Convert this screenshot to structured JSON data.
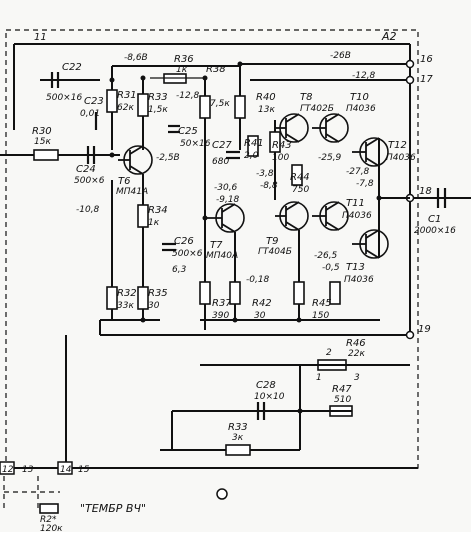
{
  "board": {
    "name": "A2"
  },
  "nodes": {
    "n11": "11",
    "n16": "16",
    "n17": "17",
    "n18": "18",
    "n19": "19",
    "n12": "12",
    "n13": "13",
    "n14": "14",
    "n15": "15"
  },
  "rails": {
    "minus": "-26В"
  },
  "capacitors": {
    "c22": {
      "ref": "C22",
      "val": "500×16"
    },
    "c23": {
      "ref": "C23",
      "val": "0,01"
    },
    "c24": {
      "ref": "C24",
      "val": "500×6"
    },
    "c25": {
      "ref": "C25",
      "val": "50×16"
    },
    "c26": {
      "ref": "C26",
      "val": "500×6"
    },
    "c27": {
      "ref": "C27",
      "val": "680"
    },
    "c28": {
      "ref": "C28",
      "val": "10×10"
    },
    "c1": {
      "ref": "C1",
      "val": "2000×16"
    }
  },
  "resistors": {
    "r30": {
      "ref": "R30",
      "val": "15к"
    },
    "r31": {
      "ref": "R31",
      "val": "62к"
    },
    "r32": {
      "ref": "R32",
      "val": "33к"
    },
    "r33a": {
      "ref": "R33",
      "val": "1,5к"
    },
    "r33b": {
      "ref": "R33",
      "val": "3к"
    },
    "r34": {
      "ref": "R34",
      "val": "1к"
    },
    "r35": {
      "ref": "R35",
      "val": "30"
    },
    "r36": {
      "ref": "R36",
      "val": "1к"
    },
    "r37": {
      "ref": "R37",
      "val": "390"
    },
    "r38": {
      "ref": "R38",
      "val": "7,5к"
    },
    "r40": {
      "ref": "R40",
      "val": "13к"
    },
    "r41": {
      "ref": "R41",
      "val": "2,0"
    },
    "r42": {
      "ref": "R42",
      "val": "30"
    },
    "r43": {
      "ref": "R43",
      "val": "100"
    },
    "r44": {
      "ref": "R44",
      "val": "750"
    },
    "r45": {
      "ref": "R45",
      "val": "150"
    },
    "r46": {
      "ref": "R46",
      "val": "22к"
    },
    "r47": {
      "ref": "R47",
      "val": "510"
    }
  },
  "transistors": {
    "t6": {
      "ref": "T6",
      "type": "МП41А"
    },
    "t7": {
      "ref": "T7",
      "type": "МП40А"
    },
    "t8": {
      "ref": "T8",
      "type": "ГТ402Б"
    },
    "t9": {
      "ref": "T9",
      "type": "ГТ404Б"
    },
    "t10": {
      "ref": "T10",
      "type": "П4036"
    },
    "t11": {
      "ref": "T11",
      "type": "П4036"
    },
    "t12": {
      "ref": "T12",
      "type": "П4036"
    },
    "t13": {
      "ref": "T13",
      "type": "П4036"
    }
  },
  "voltages": {
    "v1": "-8,6В",
    "v2": "-12,8",
    "v3": "-10,8",
    "v4": "-2,5В",
    "v5": "-8,8",
    "v6": "-25,9",
    "v7": "-27,8",
    "v8": "-7,8",
    "v9": "-30,6",
    "v10": "-9,18",
    "v11": "-3,8",
    "v12": "-0,18",
    "v13": "-26,5",
    "v14": "-0,5",
    "v15": "6,3"
  },
  "pot_pins": {
    "p1": "1",
    "p2": "2",
    "p3": "3"
  },
  "bottom": {
    "label": "\"ТЕМБР ВЧ\"",
    "r": "R2*",
    "rval": "120к"
  }
}
